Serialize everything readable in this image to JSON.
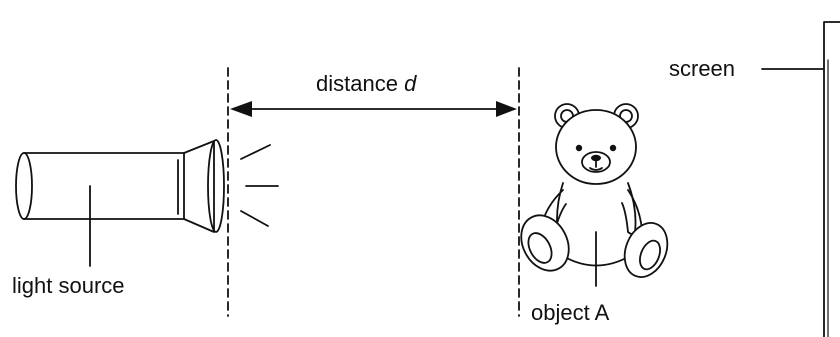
{
  "labels": {
    "distance_text": "distance",
    "distance_symbol": "d",
    "screen": "screen",
    "light_source": "light source",
    "object": "object A"
  },
  "icons": {
    "light_source": "flashlight-icon",
    "object": "teddy-bear-icon"
  },
  "colors": {
    "ink": "#111111",
    "background": "#ffffff"
  }
}
